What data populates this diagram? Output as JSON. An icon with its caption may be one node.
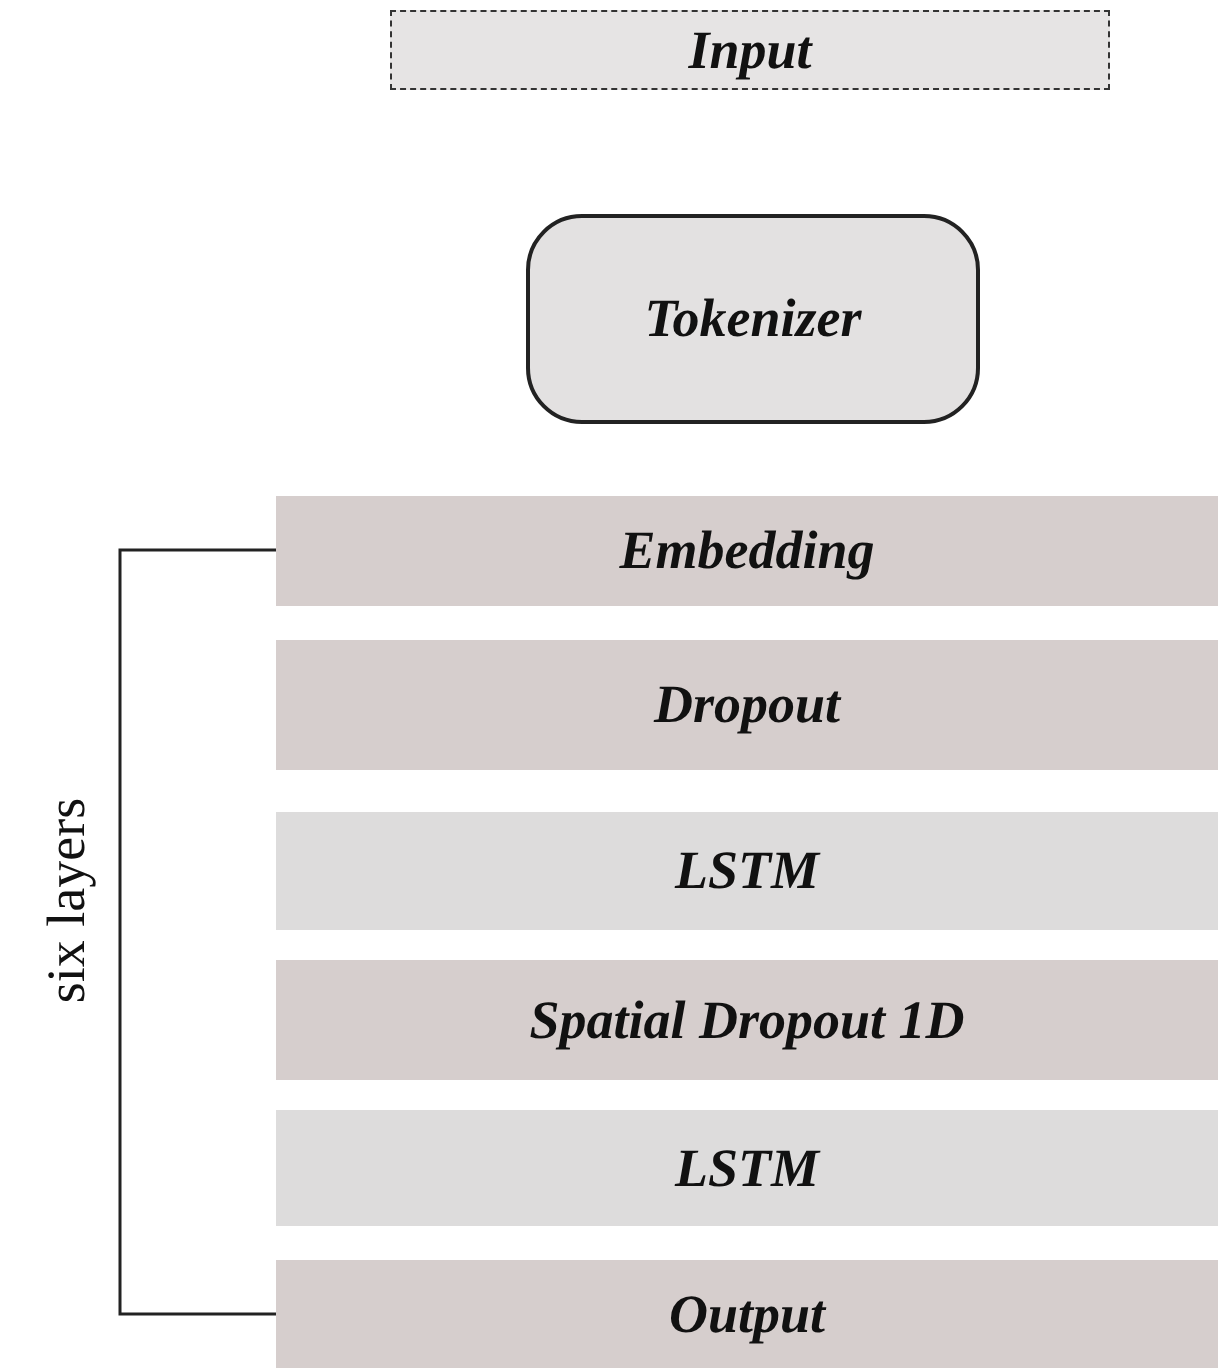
{
  "diagram": {
    "nodes": [
      {
        "text": [
          "Input"
        ]
      },
      {
        "text": [
          "Tokenizer"
        ]
      },
      {
        "text": [
          "Embedding"
        ]
      },
      {
        "text": [
          "Dropout"
        ]
      },
      {
        "text": [
          "LSTM"
        ]
      },
      {
        "text": [
          "Spatial Dropout 1D"
        ]
      },
      {
        "text": [
          "LSTM"
        ]
      },
      {
        "text": [
          "Output"
        ]
      }
    ],
    "labels": [
      "six layers"
    ]
  }
}
